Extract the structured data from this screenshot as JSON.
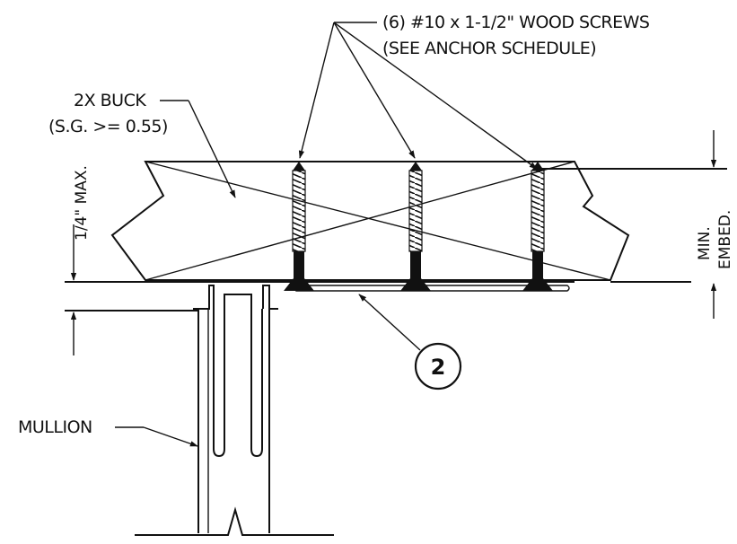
{
  "labels": {
    "screws_line1": "(6) #10 x 1-1/2\" WOOD SCREWS",
    "screws_line2": "(SEE ANCHOR SCHEDULE)",
    "buck_line1": "2X BUCK",
    "buck_line2": "(S.G. >= 0.55)",
    "gap_max": "1/4\" MAX.",
    "embed_line1": "MIN.",
    "embed_line2": "EMBED.",
    "mullion": "MULLION",
    "callout": "2"
  }
}
